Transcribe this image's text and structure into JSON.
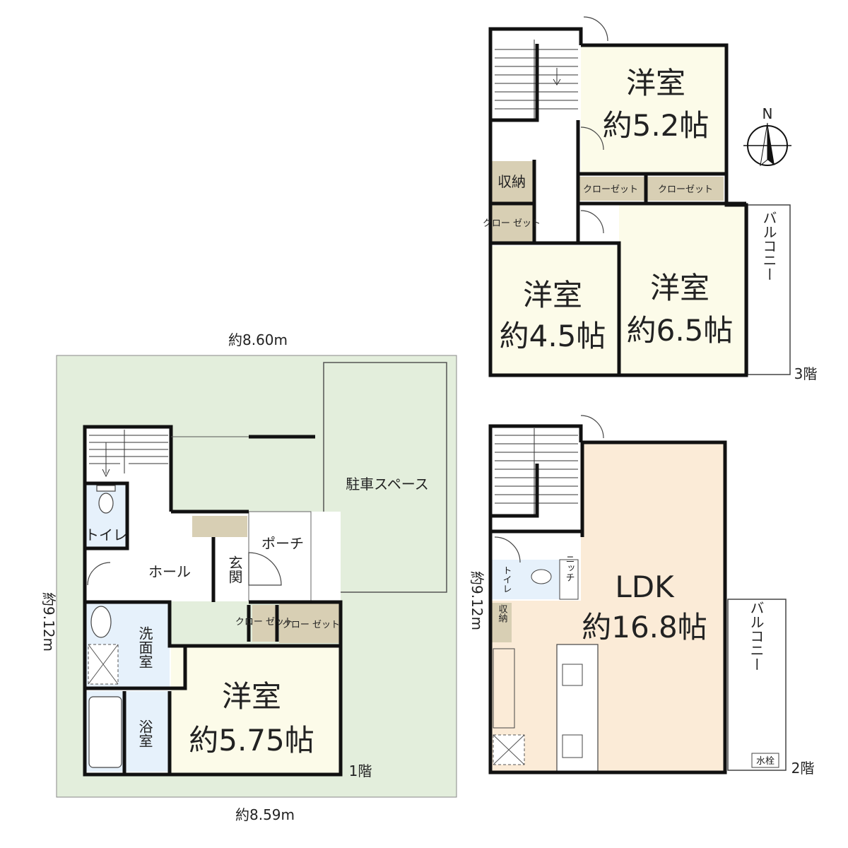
{
  "first_floor": {
    "floor_label": "1階",
    "width_top": "約8.60m",
    "width_bottom": "約8.59m",
    "depth": "約9.12m",
    "parking": "駐車スペース",
    "porch": "ポーチ",
    "entrance": "玄関",
    "hall": "ホール",
    "toilet": "トイレ",
    "washroom": "洗面室",
    "bathroom": "浴室",
    "closet_small": "クロー ゼット",
    "closet": "クロー ゼット",
    "bedroom": {
      "name": "洋室",
      "size": "約5.75帖"
    }
  },
  "second_floor": {
    "floor_label": "2階",
    "depth": "約9.12m",
    "ldk": {
      "name": "LDK",
      "size": "約16.8帖"
    },
    "toilet": "トイレ",
    "niche": "ニッチ",
    "storage": "収納",
    "balcony": "バルコニー",
    "faucet": "水栓"
  },
  "third_floor": {
    "floor_label": "3階",
    "room_north": {
      "name": "洋室",
      "size": "約5.2帖"
    },
    "room_west": {
      "name": "洋室",
      "size": "約4.5帖"
    },
    "room_east": {
      "name": "洋室",
      "size": "約6.5帖"
    },
    "storage": "収納",
    "closet_small": "クロー ゼット",
    "closet_a": "クローゼット",
    "closet_b": "クローゼット",
    "balcony": "バルコニー"
  },
  "compass": {
    "label": "N"
  },
  "colors": {
    "lot": "#e3eedc",
    "room": "#fcfbe9",
    "ldk": "#fbebd7",
    "wet": "#e6f1fb",
    "closet": "#d8cfb4",
    "wall": "#111111"
  }
}
